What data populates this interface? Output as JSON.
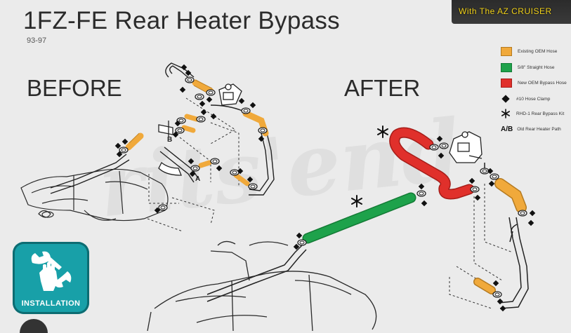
{
  "header": {
    "title": "1FZ-FE Rear Heater Bypass",
    "subtitle": "93-97",
    "channel": "With The AZ CRUISER"
  },
  "sections": {
    "before": "BEFORE",
    "after": "AFTER"
  },
  "legend": [
    {
      "symbol": "orange-swatch",
      "color": "#f0a93b",
      "label": "Existing OEM Hose"
    },
    {
      "symbol": "green-swatch",
      "color": "#1ea24b",
      "label": "5/8\" Straight Hose"
    },
    {
      "symbol": "red-swatch",
      "color": "#e0302b",
      "label": "New OEM Bypass Hose"
    },
    {
      "symbol": "diamond",
      "label": "#10 Hose Clamp"
    },
    {
      "symbol": "asterisk",
      "label": "RHD-1 Rear Bypass Kit"
    },
    {
      "symbol": "ab",
      "mark": "A/B",
      "label": "Old Rear Heater Path"
    }
  ],
  "diagram_labels": {
    "a": "A",
    "b": "B"
  },
  "badge": {
    "label": "INSTALLATION"
  },
  "colors": {
    "hose_orange": "#f0a93b",
    "hose_green": "#1ea24b",
    "hose_red": "#e0302b",
    "badge_teal": "#18a0a8"
  }
}
